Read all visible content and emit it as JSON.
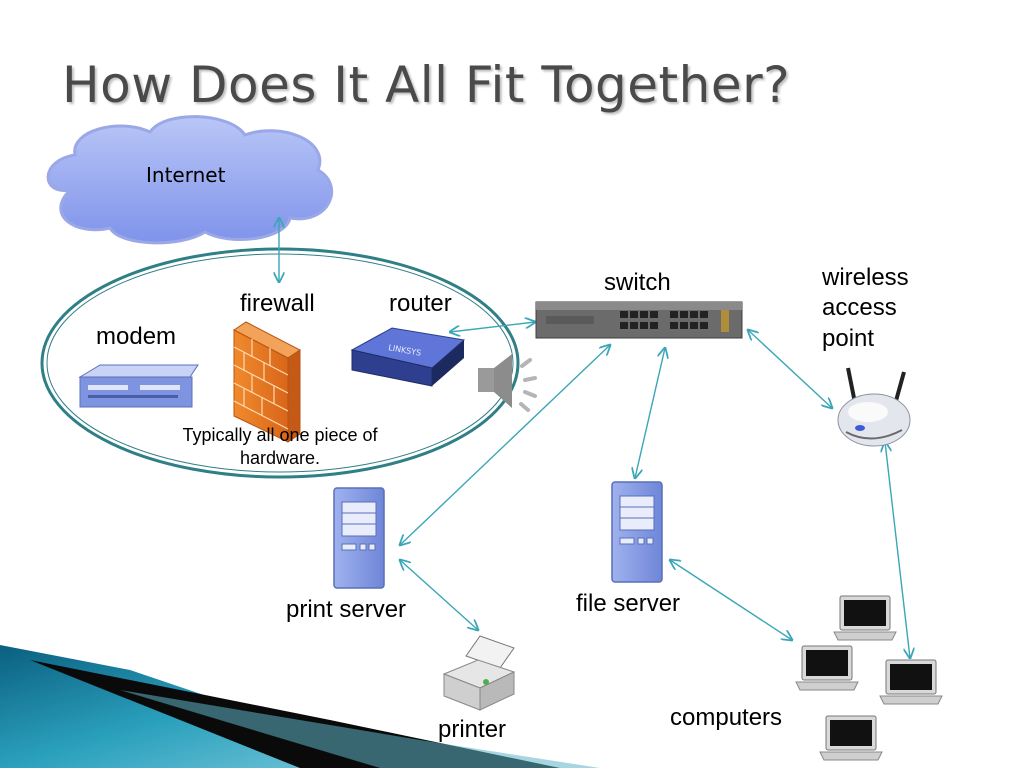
{
  "slide": {
    "title": "How Does It All Fit Together?",
    "note": "Typically all one piece of hardware."
  },
  "nodes": {
    "internet": "Internet",
    "modem": "modem",
    "firewall": "firewall",
    "router": "router",
    "switch": "switch",
    "wireless_access_point": [
      "wireless",
      "access",
      "point"
    ],
    "print_server": "print server",
    "file_server": "file server",
    "printer": "printer",
    "computers": "computers"
  },
  "colors": {
    "connector": "#3aa6b8",
    "ellipse": "#2f7f86",
    "cloud": "#8fa2ef",
    "title": "#4a4a4a",
    "corner_accent": "#1c8fb0"
  },
  "icons": [
    "cloud-icon",
    "modem-icon",
    "firewall-icon",
    "router-icon",
    "switch-icon",
    "speaker-icon",
    "wireless-ap-icon",
    "server-icon",
    "printer-icon",
    "laptop-icon"
  ]
}
